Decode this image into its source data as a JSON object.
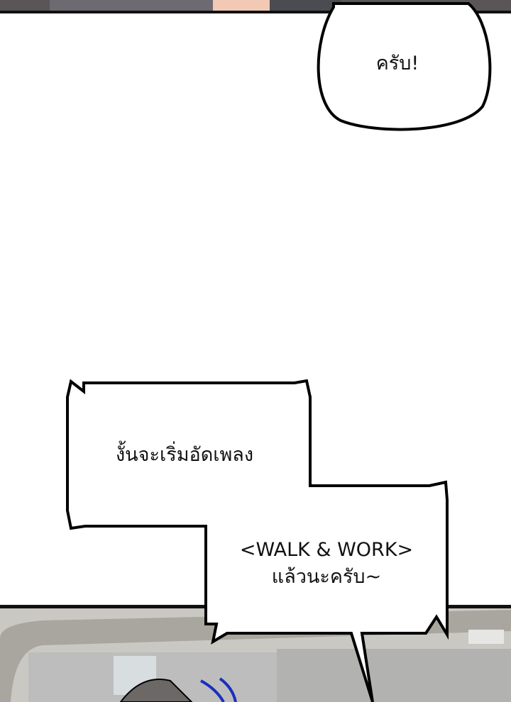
{
  "panels": {
    "bubble_top": {
      "text": "ครับ!"
    },
    "box_left": {
      "text": "งั้นจะเริ่มอัดเพลง"
    },
    "box_right": {
      "line1": "<WALK & WORK>",
      "line2": "แล้วนะครับ~"
    }
  },
  "colors": {
    "outline": "#000000",
    "bubble_fill": "#ffffff",
    "scene_gray": "#b8b8b6",
    "motion_lines": "#1a2fbf"
  }
}
